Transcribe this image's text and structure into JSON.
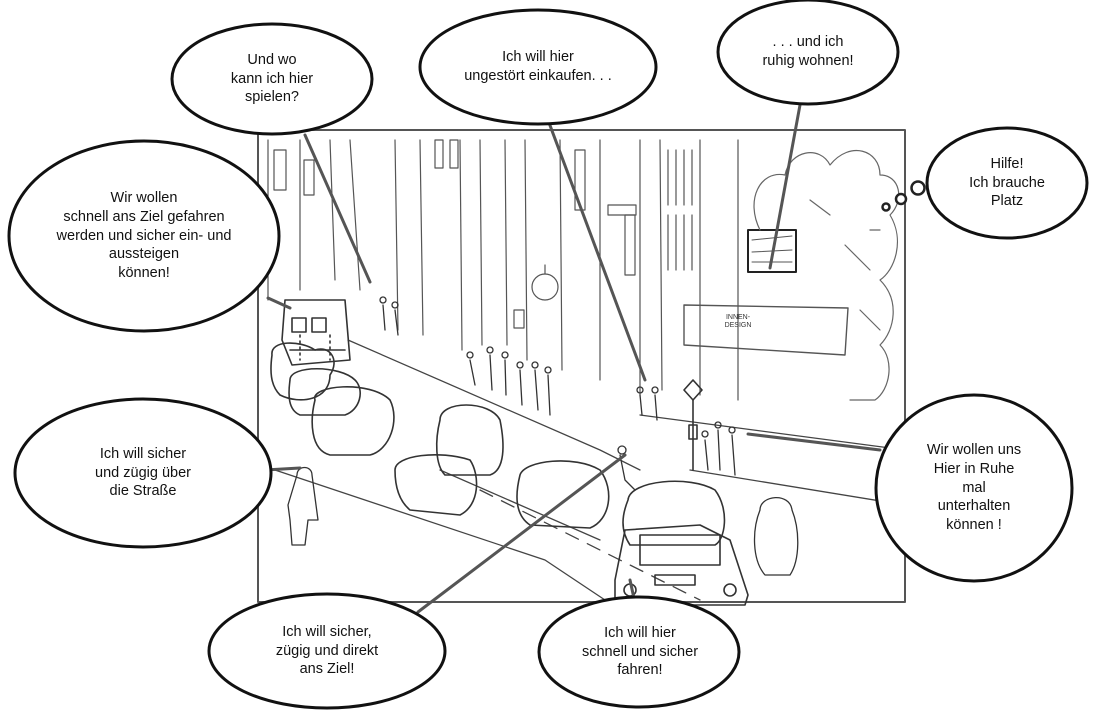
{
  "bubbles": {
    "play": "Und wo\nkann ich hier\nspielen?",
    "shop": "Ich will hier\nungestört einkaufen. . .",
    "live": ". . . und ich\nruhig wohnen!",
    "help": "Hilfe!\nIch brauche\nPlatz",
    "bus": "Wir wollen\nschnell ans Ziel gefahren\nwerden und sicher ein- und\naussteigen\nkönnen!",
    "cross": "Ich will sicher\nund zügig über\ndie Straße",
    "talk": "Wir wollen uns\nHier in Ruhe\nmal\nunterhalten\nkönnen !",
    "bike": "Ich will sicher,\nzügig und direkt\nans Ziel!",
    "drive": "Ich will hier\nschnell und sicher\nfahren!"
  },
  "scene": {
    "shop_sign": "INNEN-\nDESIGN"
  }
}
